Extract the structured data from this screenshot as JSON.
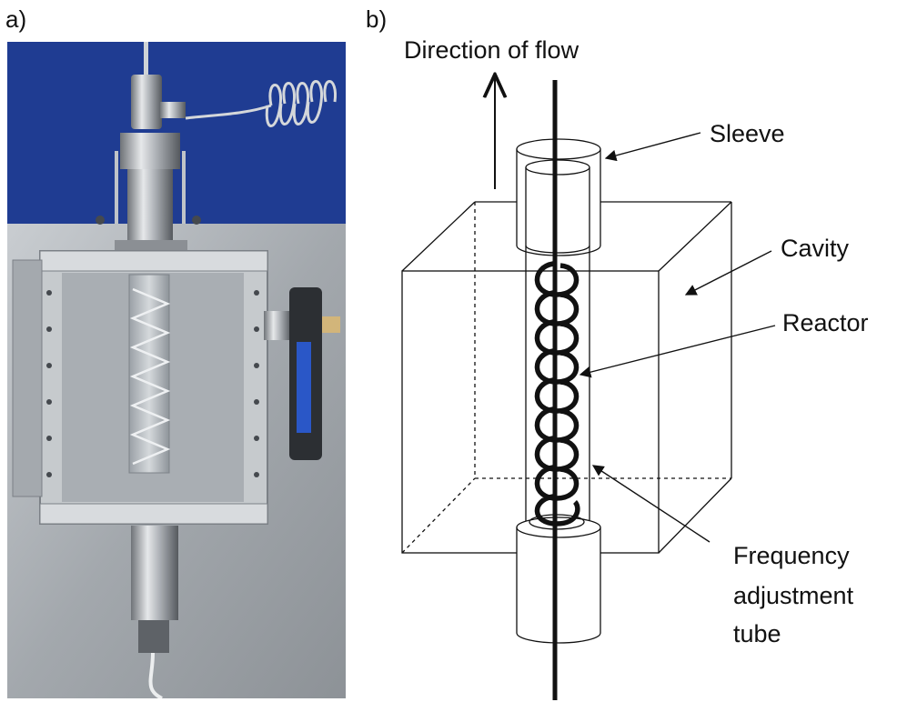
{
  "panels": {
    "a": "a)",
    "b": "b)"
  },
  "labels": {
    "direction": "Direction of flow",
    "sleeve": "Sleeve",
    "cavity": "Cavity",
    "reactor": "Reactor",
    "freq_line1": "Frequency",
    "freq_line2": "adjustment",
    "freq_line3": "tube"
  },
  "colors": {
    "background": "#1e3a8f",
    "metal": "#b9bdc2",
    "steel_dark": "#5c6066"
  }
}
